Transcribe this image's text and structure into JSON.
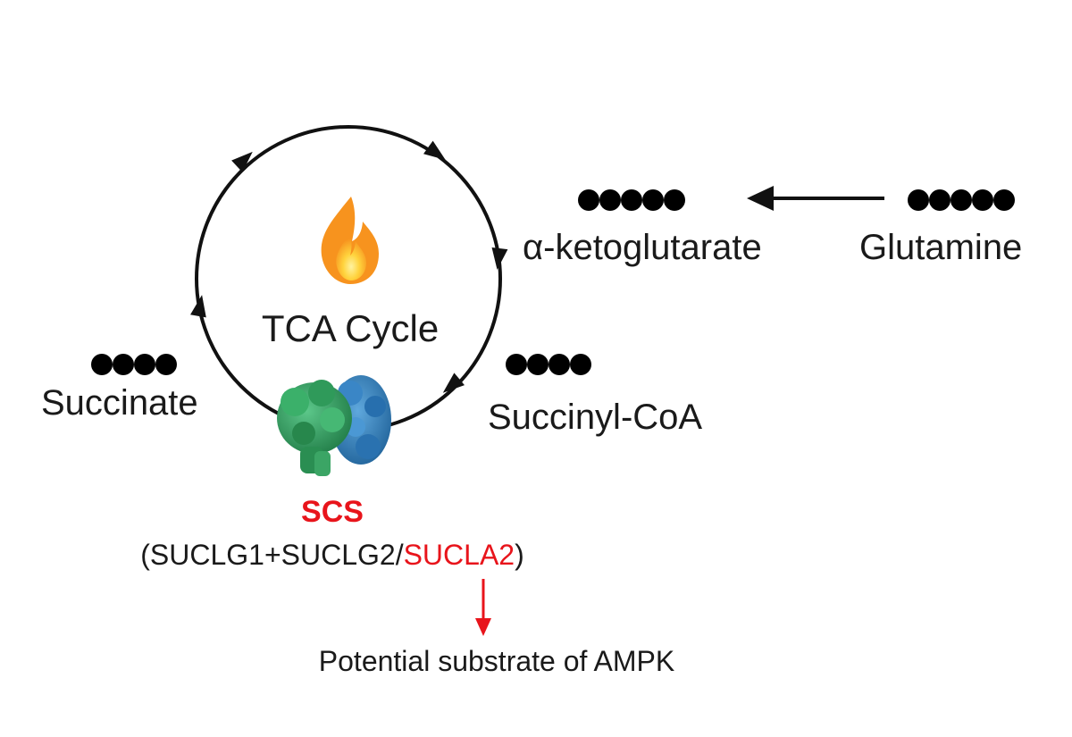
{
  "diagram": {
    "center_label": "TCA Cycle",
    "metabolites": {
      "akg": "α-ketoglutarate",
      "glutamine": "Glutamine",
      "succinate": "Succinate",
      "succinyl_coa": "Succinyl-CoA"
    },
    "enzyme": {
      "name": "SCS",
      "subunits_prefix": "(SUCLG1+SUCLG2/",
      "subunits_highlight": "SUCLA2",
      "subunits_suffix": ")"
    },
    "note": "Potential substrate of AMPK",
    "carbon_counts": {
      "akg": 5,
      "glutamine": 5,
      "succinate": 4,
      "succinyl_coa": 4
    },
    "colors": {
      "text": "#1a1a1a",
      "highlight": "#e8141b",
      "cycle": "#111111",
      "flame_outer": "#f7931e",
      "flame_inner": "#ffd33d",
      "protein_green": "#2e9e57",
      "protein_blue": "#2f7fbf"
    },
    "icons": [
      "flame-icon",
      "protein-complex-icon"
    ]
  }
}
